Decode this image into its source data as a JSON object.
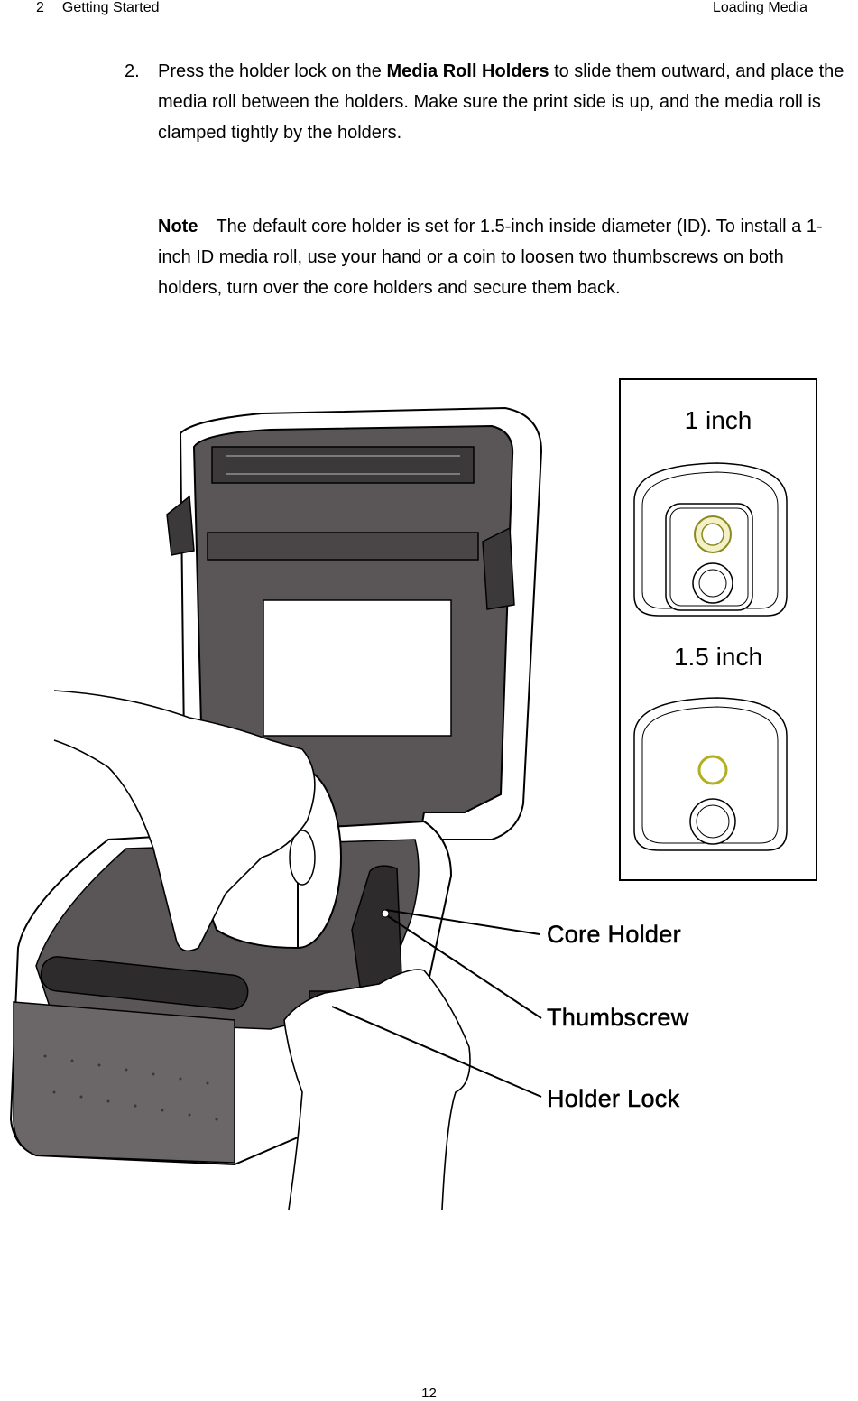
{
  "header": {
    "chapter_number": "2",
    "chapter_title": "Getting Started",
    "section_title": "Loading Media"
  },
  "step": {
    "number": "2.",
    "text_before": "Press the holder lock on the ",
    "bold_term": "Media Roll Holders",
    "text_after": " to slide them outward, and place the media roll between the holders. Make sure the print side is up, and the media roll is clamped tightly by the holders."
  },
  "note": {
    "label": "Note",
    "text": "The default core holder is set for 1.5-inch inside diameter (ID). To install a 1-inch ID media roll, use your hand or a coin to loosen two thumbscrews on both holders, turn over the core holders and secure them back."
  },
  "inset": {
    "top_label": "1 inch",
    "bottom_label": "1.5 inch"
  },
  "callouts": {
    "core_holder": "Core Holder",
    "thumbscrew": "Thumbscrew",
    "holder_lock": "Holder Lock"
  },
  "footer": {
    "page_number": "12"
  }
}
